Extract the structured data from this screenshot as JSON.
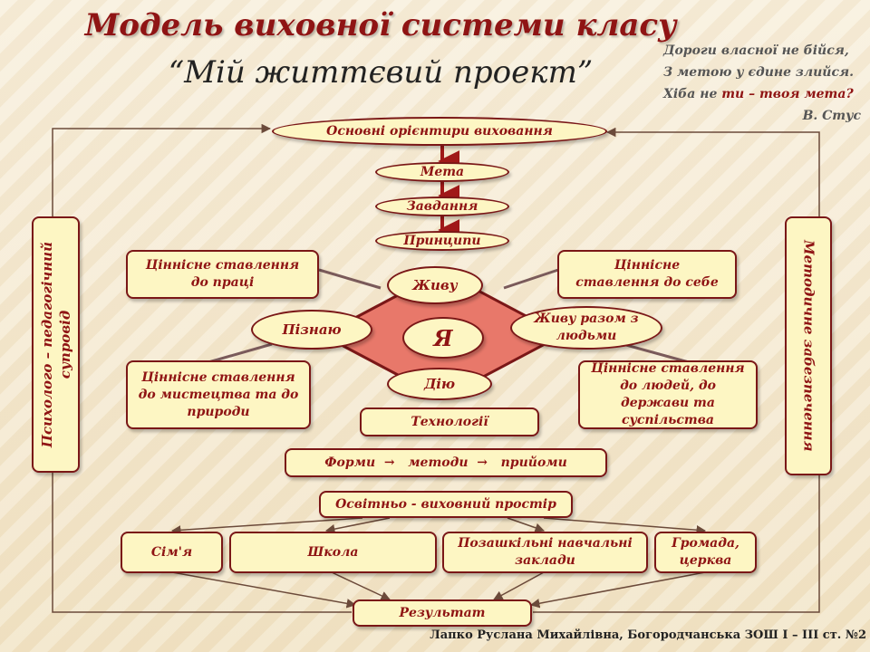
{
  "title": "Модель виховної системи класу",
  "subtitle": "“Мій життєвий проект”",
  "quote": {
    "line1": "Дороги власної не бійся,",
    "line2": "З метою у єдине злийся.",
    "line3_a": "Хіба не ",
    "line3_b": "ти – твоя мета?",
    "author": "В. Стус"
  },
  "nodes": {
    "orientiry": "Основні орієнтири виховання",
    "meta": "Мета",
    "zavdannia": "Завдання",
    "pryntsypy": "Принципи",
    "zhyvu": "Живу",
    "piznaiu": "Пізнаю",
    "ya": "Я",
    "zhyvu_razom": "Живу разом з людьми",
    "diiu": "Дію",
    "pratsia": "Ціннісне ставлення до праці",
    "sebe": "Ціннісне ставлення до себе",
    "mystetstvo": "Ціннісне ставлення до мистецтва та до природи",
    "liudy": "Ціннісне ставлення до людей, до держави та суспільства",
    "tekhnolohii": "Технології",
    "formy": "Форми  →   методи  →   прийоми",
    "prostir": "Освітньо - виховний простір",
    "simia": "Сім'я",
    "shkola": "Школа",
    "pozashkilni": "Позашкільні навчальні заклади",
    "hromada": "Громада, церква",
    "rezultat": "Результат",
    "psykholoho": "Психолого – педагогічний\nсупровід",
    "metodychne": "Методичне забезпечення"
  },
  "footer": "Лапко Руслана Михайлівна, Богородчанська ЗОШ І – ІІІ  ст. №2",
  "colors": {
    "accent": "#8f1414",
    "box_fill": "#fdf6c3",
    "diamond": "#e8786a"
  }
}
